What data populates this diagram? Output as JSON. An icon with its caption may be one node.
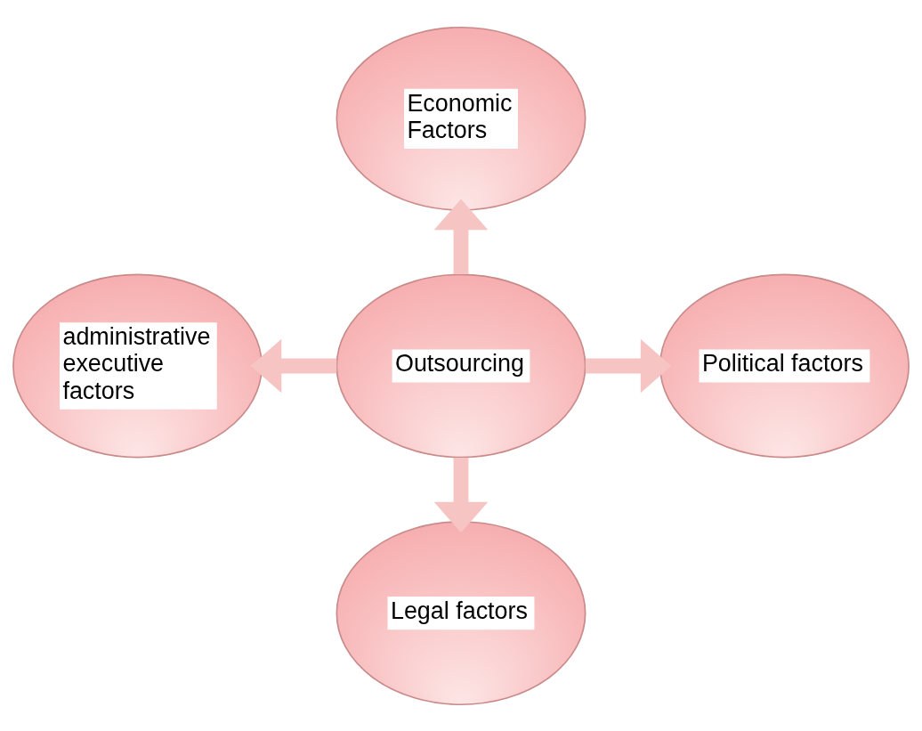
{
  "diagram": {
    "nodes": [
      {
        "text": [
          "Economic Factors"
        ]
      },
      {
        "text": [
          "administrative executive factors"
        ]
      },
      {
        "text": [
          "Outsourcing"
        ]
      },
      {
        "text": [
          "Political factors"
        ]
      },
      {
        "text": [
          "Legal factors"
        ]
      }
    ],
    "edges": [
      {
        "from": 2,
        "to": 0,
        "arrow": "to"
      },
      {
        "from": 2,
        "to": 1,
        "arrow": "to"
      },
      {
        "from": 2,
        "to": 3,
        "arrow": "to"
      },
      {
        "from": 2,
        "to": 4,
        "arrow": "to"
      }
    ]
  }
}
